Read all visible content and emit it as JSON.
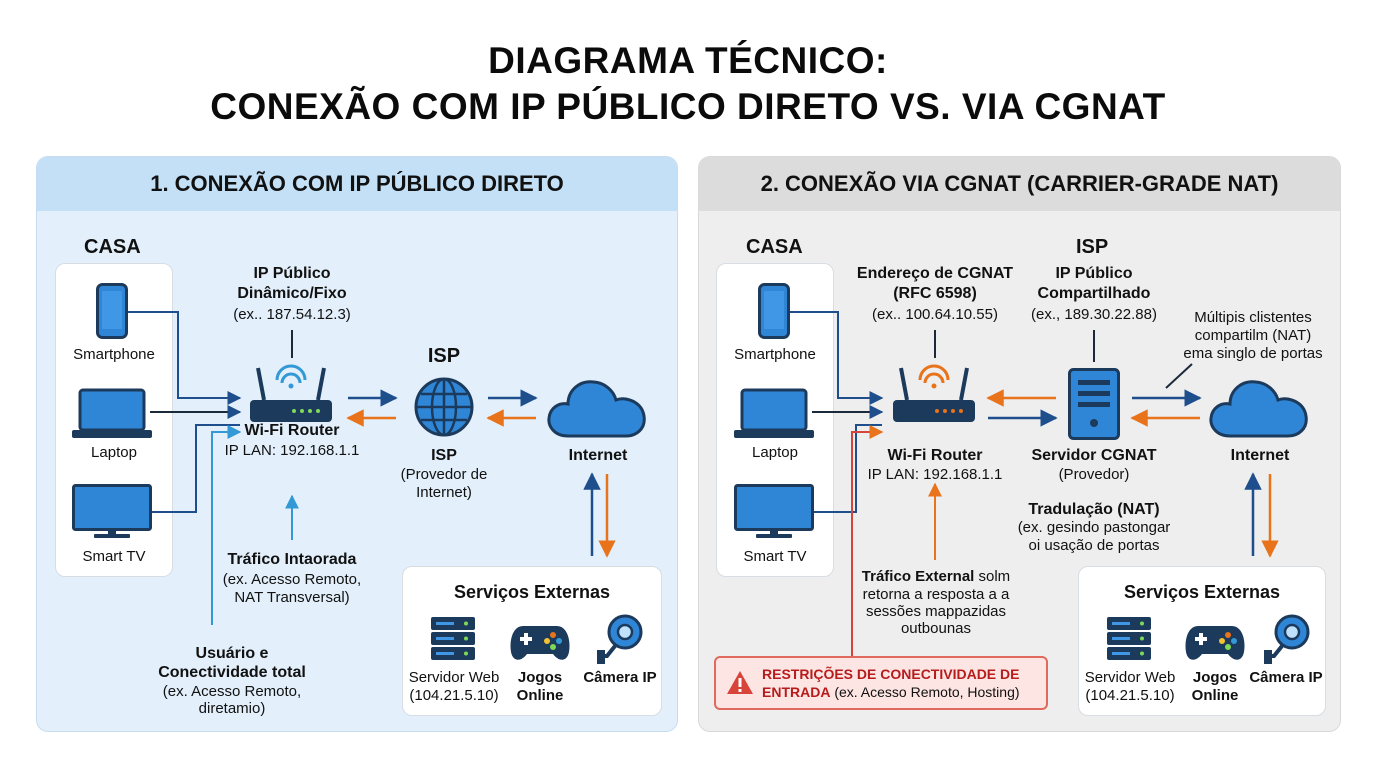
{
  "title": {
    "line1": "DIAGRAMA TÉCNICO:",
    "line2": "CONEXÃO COM IP PÚBLICO DIRETO VS. VIA CGNAT"
  },
  "colors": {
    "blue_arrow": "#1f4e8c",
    "orange_arrow": "#e8731a",
    "light_blue_arrow": "#3399d6",
    "red_line": "#d9443a",
    "device_blue": "#2f86d6",
    "device_dark": "#1b3a5c"
  },
  "left": {
    "header": "1. CONEXÃO COM IP PÚBLICO DIRETO",
    "casa_label": "CASA",
    "devices": [
      "Smartphone",
      "Laptop",
      "Smart TV"
    ],
    "ip": {
      "line1": "IP Público",
      "line2": "Dinâmico/Fixo",
      "line3": "(ex.. 187.54.12.3)"
    },
    "router": {
      "name": "Wi-Fi Router",
      "lan": "IP LAN: 192.168.1.1"
    },
    "isp_title": "ISP",
    "isp": {
      "name": "ISP",
      "line2": "(Provedor de",
      "line3": "Internet)"
    },
    "internet": "Internet",
    "traffic": {
      "line1": "Tráfico Intaorada",
      "line2": "(ex. Acesso Remoto,",
      "line3": "NAT Transversal)"
    },
    "user": {
      "line1": "Usuário e",
      "line2": "Conectividade total",
      "line3": "(ex. Acesso Remoto,",
      "line4": "diretamio)"
    },
    "services": {
      "title": "Serviços Externas",
      "web": {
        "line1": "Servidor Web",
        "line2": "(104.21.5.10)"
      },
      "games": {
        "line1": "Jogos",
        "line2": "Online"
      },
      "camera": "Câmera IP"
    }
  },
  "right": {
    "header": "2. CONEXÃO VIA CGNAT (CARRIER-GRADE NAT)",
    "casa_label": "CASA",
    "isp_title": "ISP",
    "devices": [
      "Smartphone",
      "Laptop",
      "Smart TV"
    ],
    "cgnat_addr": {
      "line1": "Endereço de CGNAT",
      "line2": "(RFC 6598)",
      "line3": "(ex.. 100.64.10.55)"
    },
    "public_ip": {
      "line1": "IP Público",
      "line2": "Compartilhado",
      "line3": "(ex., 189.30.22.88)"
    },
    "multi": {
      "line1": "Múltipis clistentes",
      "line2": "compartilm (NAT)",
      "line3": "ema singlo de portas"
    },
    "router": {
      "name": "Wi-Fi Router",
      "lan": "IP LAN: 192.168.1.1"
    },
    "server": {
      "name": "Servidor CGNAT",
      "line2": "(Provedor)"
    },
    "internet": "Internet",
    "translation": {
      "line1": "Tradulação (NAT)",
      "line2": "(ex. gesindo pastongar",
      "line3": "oi usação de portas"
    },
    "external_traffic": {
      "bold": "Tráfico External",
      "rest1": " solm",
      "line2": "retorna a resposta a a",
      "line3": "sessões mappazidas",
      "line4": "outbounas"
    },
    "warning": {
      "line1": "RESTRIÇÕES DE CONECTIVIDADE DE",
      "line2_bold": "ENTRADA",
      "line2_rest": " (ex. Acesso Remoto, Hosting)"
    },
    "services": {
      "title": "Serviços Externas",
      "web": {
        "line1": "Servidor Web",
        "line2": "(104.21.5.10)"
      },
      "games": {
        "line1": "Jogos",
        "line2": "Online"
      },
      "camera": "Câmera IP"
    }
  }
}
